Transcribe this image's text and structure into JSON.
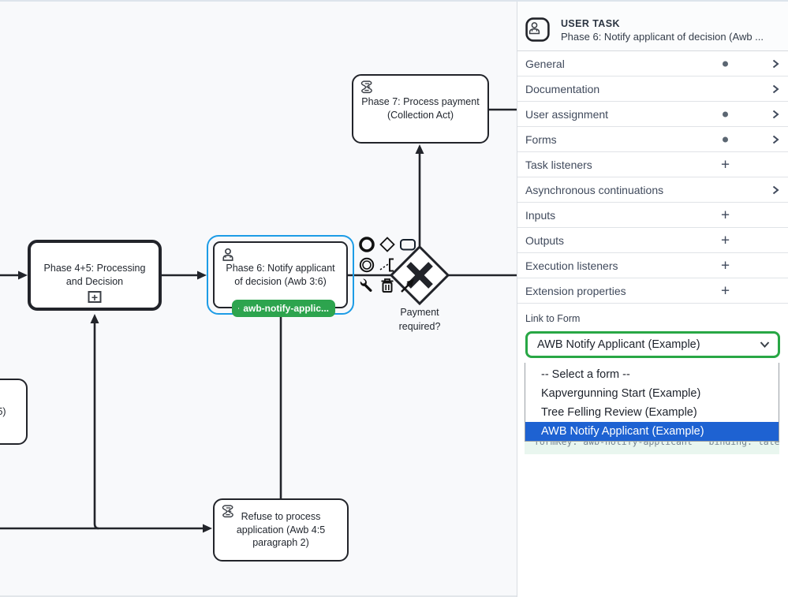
{
  "canvas": {
    "tasks": {
      "phase45": {
        "label": "Phase 4+5: Processing and Decision",
        "marker": "+"
      },
      "phase6": {
        "label": "Phase 6: Notify applicant of decision (Awb 3:6)",
        "badge_label": "awb-notify-applic..."
      },
      "phase7": {
        "label": "Phase 7: Process payment (Collection Act)"
      },
      "refuse": {
        "label": "Refuse to process application (Awb 4:5 paragraph 2)"
      },
      "partial": {
        "label": "5)"
      }
    },
    "gateway_label": "Payment required?"
  },
  "panel": {
    "header": {
      "type_label": "USER TASK",
      "title": "Phase 6: Notify applicant of decision (Awb ..."
    },
    "sections": [
      {
        "label": "General"
      },
      {
        "label": "Documentation"
      },
      {
        "label": "User assignment"
      },
      {
        "label": "Forms"
      },
      {
        "label": "Task listeners"
      },
      {
        "label": "Asynchronous continuations"
      },
      {
        "label": "Inputs"
      },
      {
        "label": "Outputs"
      },
      {
        "label": "Execution listeners"
      },
      {
        "label": "Extension properties"
      }
    ],
    "icons": {
      "plus": "+"
    },
    "link_to_form": {
      "label": "Link to Form",
      "selected_value": "AWB Notify Applicant (Example)",
      "options": [
        "-- Select a form --",
        "Kapvergunning Start (Example)",
        "Tree Felling Review (Example)",
        "AWB Notify Applicant (Example)"
      ],
      "highlighted_option_index": 3,
      "preview_code": "formKey: awb-notify-applicant   binding: latest"
    },
    "colors": {
      "select_border_green": "#28a745",
      "option_highlight_blue": "#1e62d2",
      "badge_green": "#2da44e",
      "selection_outline_blue": "#1d9ce6",
      "preview_bg_green": "#e9f6ef"
    }
  }
}
